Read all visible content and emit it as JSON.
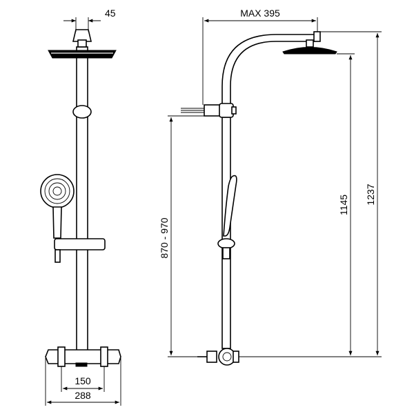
{
  "diagram": {
    "dimensions": {
      "top_width": "45",
      "max_reach": "MAX 395",
      "valve_spacing": "150",
      "valve_width": "288",
      "height_range": "870 - 970",
      "head_height": "1145",
      "total_height": "1237"
    }
  }
}
